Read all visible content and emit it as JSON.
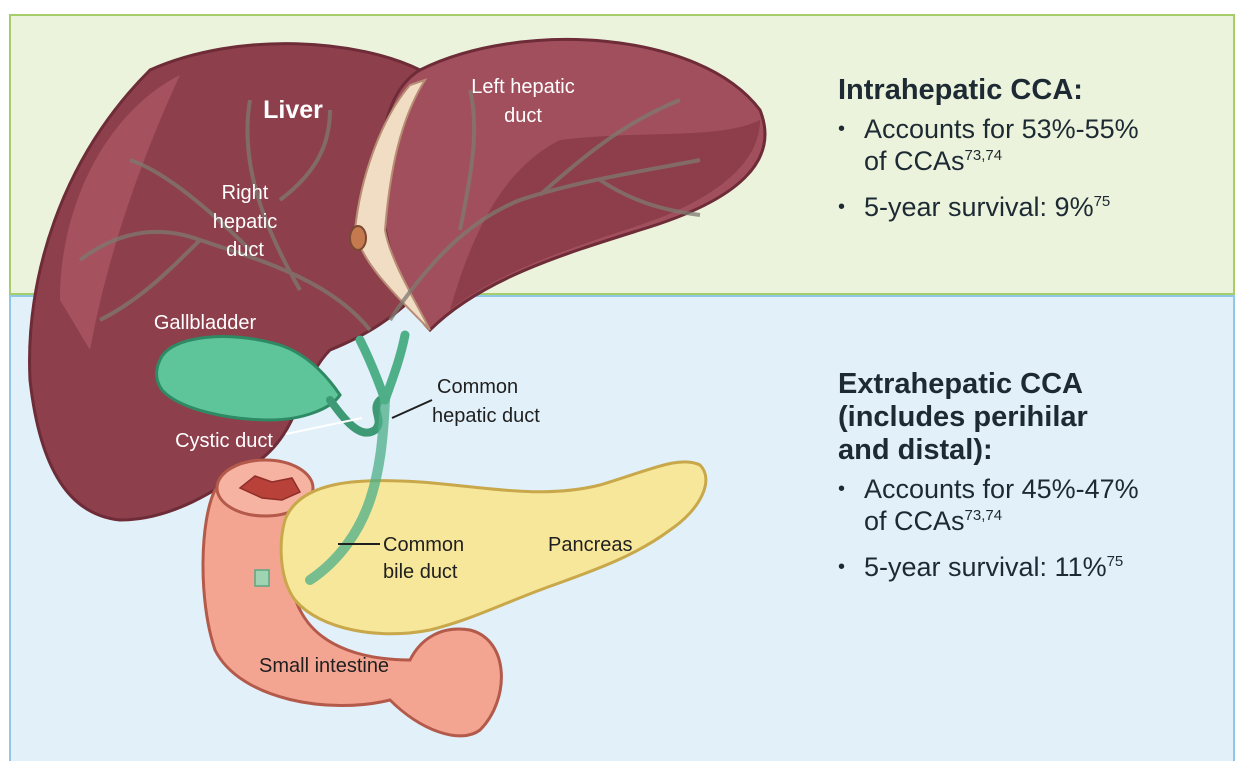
{
  "colors": {
    "intra_bg": "#ecf3dc",
    "intra_border": "#a7cc6a",
    "extra_bg": "#e1f0f9",
    "extra_border": "#8fc7e6",
    "liver": "#8e3f4c",
    "liver_highlight": "#b45d6b",
    "gallbladder": "#5ec49a",
    "bile_duct": "#4eaf88",
    "pancreas": "#f7e79a",
    "intestine": "#f3a592"
  },
  "labels": {
    "liver": "Liver",
    "left_hepatic_duct": [
      "Left hepatic",
      "duct"
    ],
    "right_hepatic_duct": [
      "Right",
      "hepatic",
      "duct"
    ],
    "gallbladder": "Gallbladder",
    "cystic_duct": "Cystic duct",
    "common_hepatic_duct": [
      "Common",
      "hepatic duct"
    ],
    "common_bile_duct": [
      "Common",
      "bile duct"
    ],
    "pancreas": "Pancreas",
    "small_intestine": "Small intestine"
  },
  "intrahepatic": {
    "title": "Intrahepatic CCA:",
    "items": [
      {
        "text": "Accounts for 53%-55%",
        "text2": "of CCAs",
        "ref": "73,74"
      },
      {
        "text": "5-year survival: 9%",
        "ref": "75"
      }
    ]
  },
  "extrahepatic": {
    "title_lines": [
      "Extrahepatic CCA",
      "(includes perihilar",
      "and distal):"
    ],
    "items": [
      {
        "text": "Accounts for 45%-47%",
        "text2": "of CCAs",
        "ref": "73,74"
      },
      {
        "text": "5-year survival: 11%",
        "ref": "75"
      }
    ]
  },
  "bullet": "•"
}
